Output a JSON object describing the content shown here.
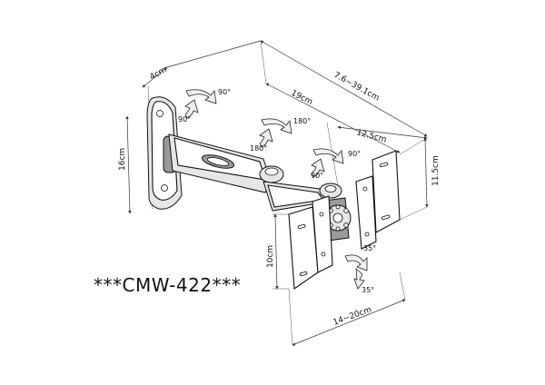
{
  "model_label": "***CMW-422***",
  "dimensions": {
    "depth_4cm": "4cm",
    "extension": "7.6~39.1cm",
    "arm_19cm": "19cm",
    "arm_12_5cm": "12.5cm",
    "wall_height": "16cm",
    "plate_height": "11.5cm",
    "vesa_height": "10cm",
    "vesa_width": "14~20cm"
  },
  "angles": {
    "wall_swivel_right": "90°",
    "wall_swivel_left": "90°",
    "mid_swivel_right": "180°",
    "mid_swivel_left": "180°",
    "head_swivel_right": "90°",
    "head_swivel_left": "90°",
    "tilt_up": "35°",
    "tilt_down": "35°"
  }
}
